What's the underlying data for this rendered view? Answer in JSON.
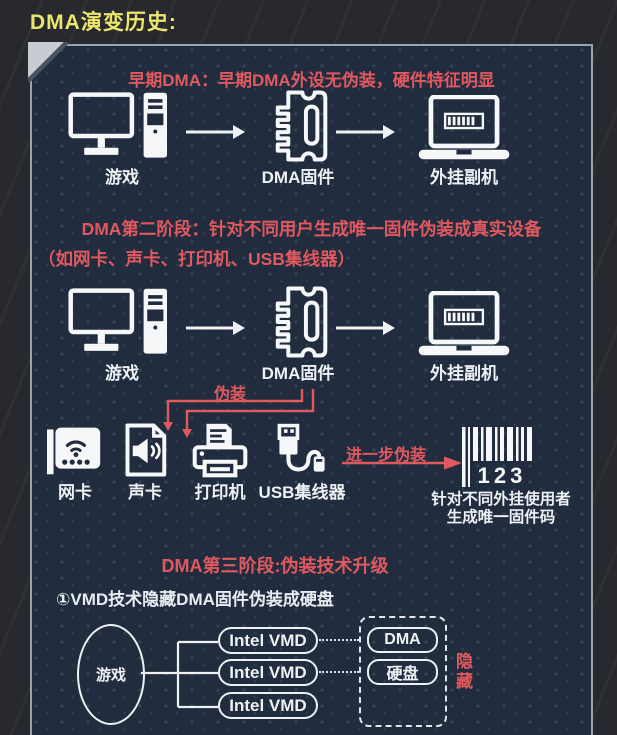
{
  "title": "DMA演变历史:",
  "colors": {
    "accent_red": "#e0595f",
    "title_yellow": "#ebe76d",
    "panel_bg": "#212c3e",
    "outer_bg": "#28292e",
    "icon_white": "#f5f7f9",
    "panel_border": "#9ba3ac"
  },
  "section1": {
    "heading": "早期DMA：早期DMA外设无伪装，硬件特征明显",
    "flow": [
      {
        "icon": "desktop-computer-icon",
        "label": "游戏"
      },
      {
        "icon": "dma-card-icon",
        "label": "DMA固件"
      },
      {
        "icon": "laptop-icon",
        "label": "外挂副机"
      }
    ]
  },
  "section2": {
    "heading_line1": "DMA第二阶段：针对不同用户生成唯一固件伪装成真实设备",
    "heading_line2": "（如网卡、声卡、打印机、USB集线器）",
    "flow": [
      {
        "icon": "desktop-computer-icon",
        "label": "游戏"
      },
      {
        "icon": "dma-card-icon",
        "label": "DMA固件"
      },
      {
        "icon": "laptop-icon",
        "label": "外挂副机"
      }
    ],
    "masquerade_label": "伪装",
    "devices": [
      {
        "icon": "network-card-icon",
        "label": "网卡"
      },
      {
        "icon": "sound-card-icon",
        "label": "声卡"
      },
      {
        "icon": "printer-icon",
        "label": "打印机"
      },
      {
        "icon": "usb-hub-icon",
        "label": "USB集线器"
      }
    ],
    "further_label": "进一步伪装",
    "barcode_digits": "123",
    "barcode_caption_line1": "针对不同外挂使用者",
    "barcode_caption_line2": "生成唯一固件码"
  },
  "section3": {
    "heading": "DMA第三阶段:伪装技术升级",
    "subheading": "①VMD技术隐藏DMA固件伪装成硬盘",
    "game_label": "游戏",
    "vmd_boxes": [
      "Intel VMD",
      "Intel VMD",
      "Intel VMD"
    ],
    "hidden_boxes": [
      "DMA",
      "硬盘"
    ],
    "hidden_label": "隐藏"
  }
}
